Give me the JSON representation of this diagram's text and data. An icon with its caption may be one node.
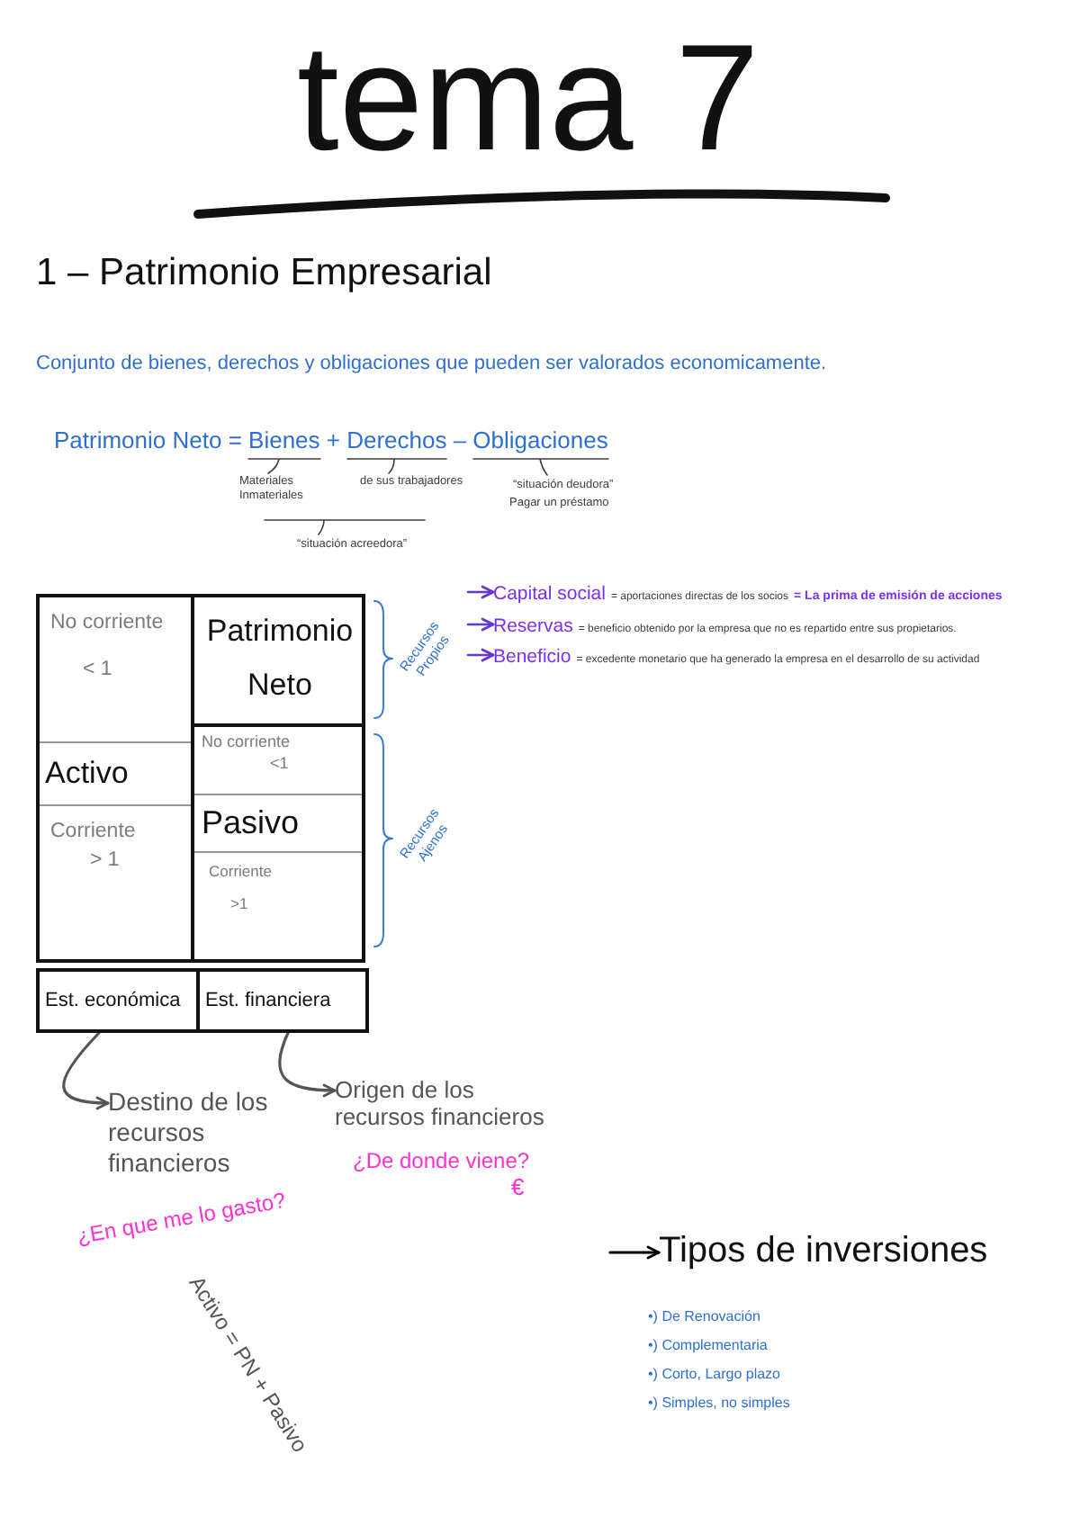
{
  "diagram": {
    "title": "tema 7",
    "nodes": [
      {
        "text": [],
        "shape": "box"
      },
      {
        "text": [
          "No corriente",
          "< 1"
        ],
        "in": 0
      },
      {
        "text": [
          "Activo"
        ],
        "in": 0
      },
      {
        "text": [
          "Corriente",
          "> 1"
        ],
        "in": 0
      },
      {
        "text": [
          "Patrimonio Neto"
        ]
      },
      {
        "text": [],
        "shape": "box"
      },
      {
        "text": [
          "No corriente",
          "<1"
        ],
        "in": 5
      },
      {
        "text": [
          "Pasivo"
        ],
        "in": 5
      },
      {
        "text": [
          "Corriente",
          ">1"
        ],
        "in": 5
      },
      {
        "text": [
          "Est. económica"
        ]
      },
      {
        "text": [
          "Est. financiera"
        ]
      },
      {
        "text": [
          "Capital social",
          "= aportaciones directas de los socios",
          "= La prima de emisión de acciones"
        ]
      },
      {
        "text": [
          "Reservas",
          "= beneficio obtenido por la empresa que no es repartido entre sus propietarios."
        ]
      },
      {
        "text": [
          "Beneficio",
          "= excedente monetario que ha generado la empresa en el desarrollo de su actividad"
        ]
      },
      {
        "text": [
          "Destino de los recursos financieros",
          "¿En que me lo gasto?"
        ]
      },
      {
        "text": [
          "Origen de los recursos financieros",
          "¿De donde viene?",
          "€"
        ]
      },
      {
        "text": [
          "Tipos de inversiones"
        ]
      }
    ],
    "edges": [
      {
        "from": 9,
        "to": 14,
        "arrow": "to",
        "color": "#555555"
      },
      {
        "from": 10,
        "to": 15,
        "arrow": "to",
        "color": "#555555"
      },
      {
        "from": null,
        "to": 11,
        "arrow": "to"
      },
      {
        "from": null,
        "to": 12,
        "arrow": "to"
      },
      {
        "from": null,
        "to": 13,
        "arrow": "to"
      },
      {
        "from": null,
        "to": 16,
        "arrow": "to",
        "color": "#000000"
      }
    ],
    "labels": [
      "1 – Patrimonio Empresarial",
      "Conjunto de bienes, derechos y obligaciones que pueden ser valorados economicamente.",
      "Patrimonio Neto = Bienes + Derechos – Obligaciones",
      "Materiales Inmateriales",
      "de sus trabajadores",
      "“situación deudora”",
      "Pagar un préstamo",
      "“situación acreedora”",
      "Recursos Propios",
      "Recursos Ajenos",
      "Activo = PN + Pasivo",
      "•) De Renovación",
      "•) Complementaria",
      "•) Corto, Largo plazo",
      "•) Simples, no simples"
    ]
  }
}
